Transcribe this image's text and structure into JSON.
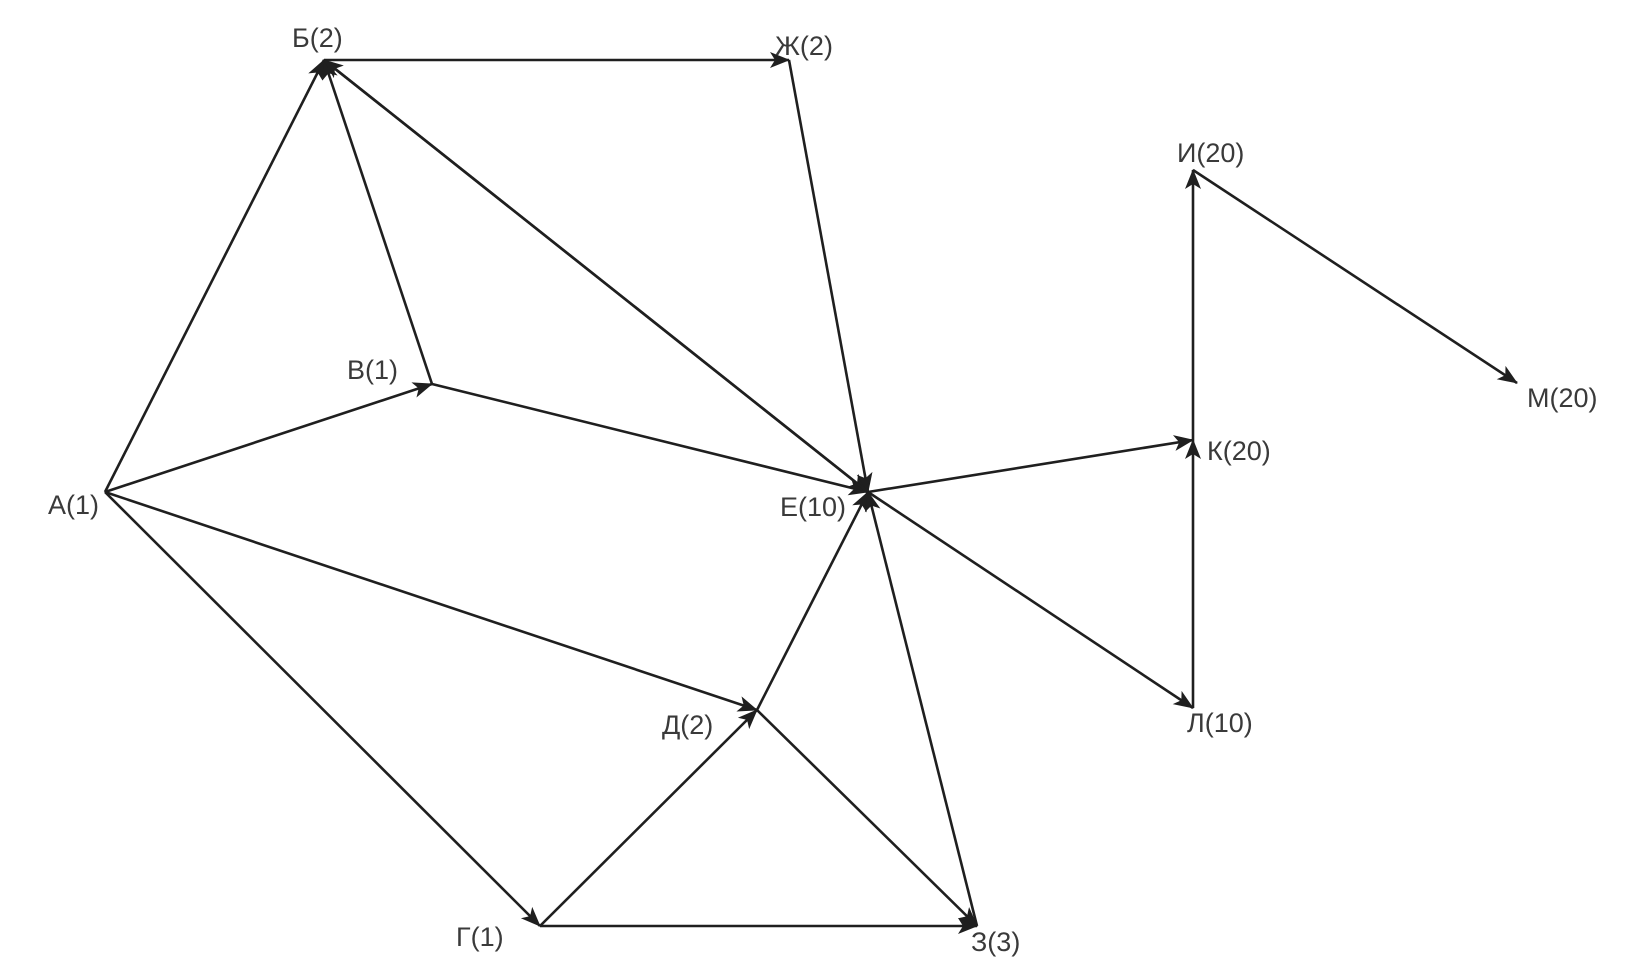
{
  "graph": {
    "edge_color": "#1f1f1f",
    "label_color": "#3a3a3a",
    "nodes": [
      {
        "id": "A",
        "label": "А(1)"
      },
      {
        "id": "B",
        "label": "Б(2)"
      },
      {
        "id": "V",
        "label": "В(1)"
      },
      {
        "id": "G",
        "label": "Г(1)"
      },
      {
        "id": "D",
        "label": "Д(2)"
      },
      {
        "id": "E",
        "label": "Е(10)"
      },
      {
        "id": "Zh",
        "label": "Ж(2)"
      },
      {
        "id": "Z",
        "label": "З(3)"
      },
      {
        "id": "I",
        "label": "И(20)"
      },
      {
        "id": "K",
        "label": "К(20)"
      },
      {
        "id": "L",
        "label": "Л(10)"
      },
      {
        "id": "M",
        "label": "М(20)"
      }
    ],
    "edges": [
      {
        "from": "A",
        "to": "B"
      },
      {
        "from": "A",
        "to": "V"
      },
      {
        "from": "A",
        "to": "D"
      },
      {
        "from": "A",
        "to": "G"
      },
      {
        "from": "V",
        "to": "B"
      },
      {
        "from": "V",
        "to": "E"
      },
      {
        "from": "B",
        "to": "Zh"
      },
      {
        "from": "B",
        "to": "E"
      },
      {
        "from": "E",
        "to": "B"
      },
      {
        "from": "Zh",
        "to": "E"
      },
      {
        "from": "G",
        "to": "D"
      },
      {
        "from": "G",
        "to": "Z"
      },
      {
        "from": "D",
        "to": "E"
      },
      {
        "from": "D",
        "to": "Z"
      },
      {
        "from": "Z",
        "to": "E"
      },
      {
        "from": "E",
        "to": "K"
      },
      {
        "from": "E",
        "to": "L"
      },
      {
        "from": "L",
        "to": "K"
      },
      {
        "from": "K",
        "to": "I"
      },
      {
        "from": "I",
        "to": "M"
      }
    ]
  }
}
